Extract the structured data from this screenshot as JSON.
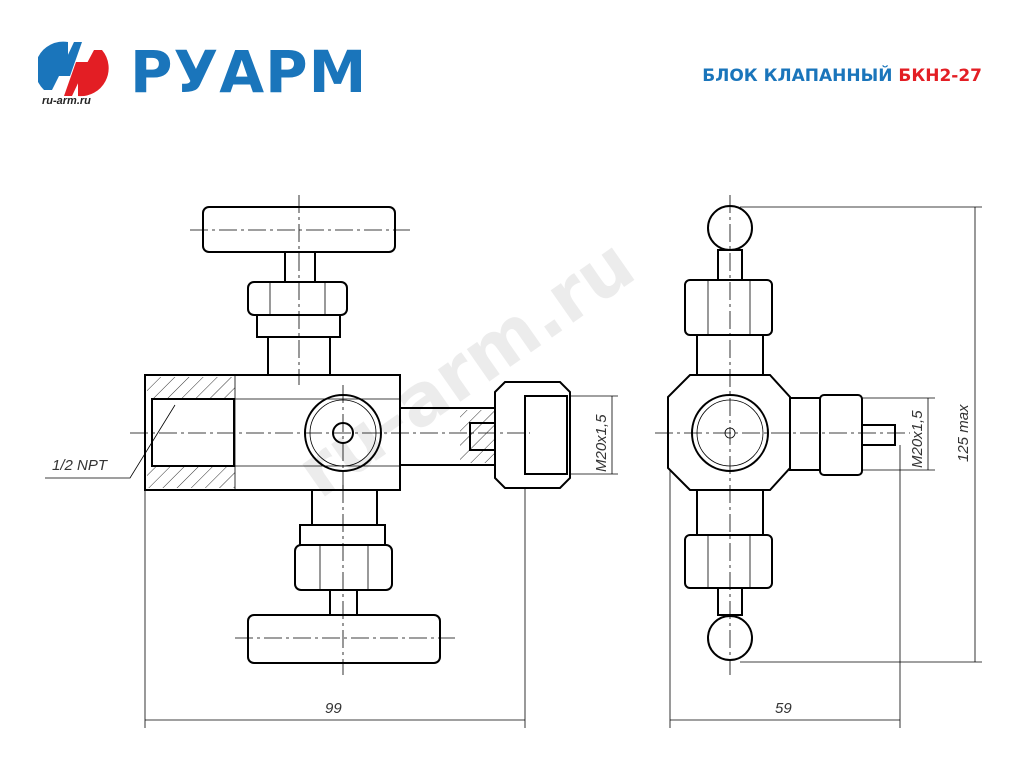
{
  "header": {
    "brand": "РУАРМ",
    "site": "ru-arm.ru",
    "title_main": "БЛОК КЛАПАННЫЙ",
    "title_model": "БКН2-27"
  },
  "drawing": {
    "thread_inlet": "1/2 NPT",
    "thread_outlet_front": "M20x1,5",
    "thread_outlet_side": "M20x1,5",
    "width_front": "99",
    "width_side": "59",
    "height_side": "125 max",
    "watermark": "ru-arm.ru"
  },
  "colors": {
    "brand_blue": "#1a75bb",
    "brand_red": "#e31e24"
  }
}
